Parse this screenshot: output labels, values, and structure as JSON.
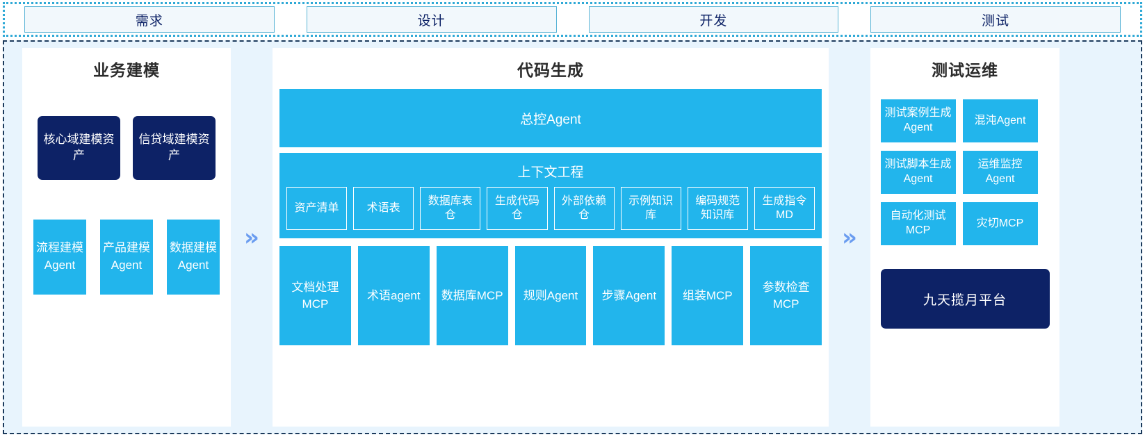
{
  "stages": {
    "items": [
      {
        "label": "需求"
      },
      {
        "label": "设计"
      },
      {
        "label": "开发"
      },
      {
        "label": "测试"
      }
    ]
  },
  "colors": {
    "accent_blue": "#22b5ec",
    "navy": "#0d2266",
    "panel_bg": "#e8f4fd",
    "stage_border": "#5ab4d6",
    "arrow": "#6a9cf0"
  },
  "arrows": {
    "left_arrow_glyph": "»",
    "right_arrow_glyph": "»"
  },
  "left_panel": {
    "title": "业务建模",
    "assets": [
      {
        "label": "核心域建模资产"
      },
      {
        "label": "信贷域建模资产"
      }
    ],
    "agents": [
      {
        "label": "流程建模Agent"
      },
      {
        "label": "产品建模Agent"
      },
      {
        "label": "数据建模Agent"
      }
    ]
  },
  "center_panel": {
    "title": "代码生成",
    "master_agent": "总控Agent",
    "context": {
      "title": "上下文工程",
      "items": [
        {
          "label": "资产清单"
        },
        {
          "label": "术语表"
        },
        {
          "label": "数据库表仓"
        },
        {
          "label": "生成代码仓"
        },
        {
          "label": "外部依赖仓"
        },
        {
          "label": "示例知识库"
        },
        {
          "label": "编码规范知识库"
        },
        {
          "label": "生成指令MD"
        }
      ]
    },
    "tools": [
      {
        "label": "文档处理MCP"
      },
      {
        "label": "术语agent"
      },
      {
        "label": "数据库MCP"
      },
      {
        "label": "规则Agent"
      },
      {
        "label": "步骤Agent"
      },
      {
        "label": "组装MCP"
      },
      {
        "label": "参数检查MCP"
      }
    ]
  },
  "right_panel": {
    "title": "测试运维",
    "items": [
      {
        "label": "测试案例生成Agent"
      },
      {
        "label": "混沌Agent"
      },
      {
        "label": "测试脚本生成Agent"
      },
      {
        "label": "运维监控Agent"
      },
      {
        "label": "自动化测试MCP"
      },
      {
        "label": "灾切MCP"
      }
    ],
    "platform": "九天揽月平台"
  }
}
